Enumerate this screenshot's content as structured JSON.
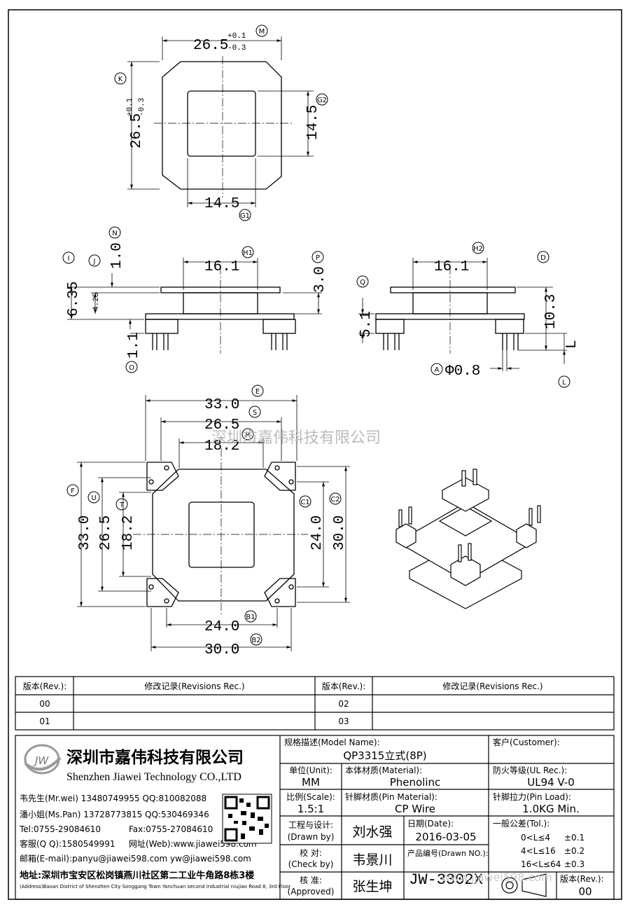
{
  "top_view": {
    "width": "26.5",
    "width_tol_upper": "+0.1",
    "width_tol_lower": "-0.3",
    "width_tag": "M",
    "height": "26.5",
    "height_tol_upper": "+0.1",
    "height_tol_lower": "-0.3",
    "height_tag": "K",
    "window_h": "14.5",
    "window_h_tag": "G2",
    "window_w": "14.5",
    "window_w_tag": "G1"
  },
  "side_view_left": {
    "n_value": "1.0",
    "n_tag": "N",
    "i_value": "6.35",
    "i_tag": "I",
    "j_value": "4.25",
    "j_tag": "J",
    "h1_value": "16.1",
    "h1_tag": "H1",
    "p_value": "3.0",
    "p_tag": "P",
    "o_value": "1.1",
    "o_tag": "O"
  },
  "side_view_right": {
    "h2_value": "16.1",
    "h2_tag": "H2",
    "d_value": "10.3",
    "d_tag": "D",
    "q_value": "5.1",
    "q_tag": "Q",
    "l_value": "L",
    "l_tag": "L",
    "a_value": "Φ0.8",
    "a_tag": "A"
  },
  "bottom_view": {
    "e_value": "33.0",
    "e_tag": "E",
    "s_value": "26.5",
    "s_tag": "S",
    "r_value": "18.2",
    "r_tag": "R",
    "f_value": "33.0",
    "f_tag": "F",
    "u_value": "26.5",
    "u_tag": "U",
    "t_value": "18.2",
    "t_tag": "T",
    "c1_value": "24.0",
    "c1_tag": "C1",
    "c2_value": "30.0",
    "c2_tag": "C2",
    "b1_value": "24.0",
    "b1_tag": "B1",
    "b2_value": "30.0",
    "b2_tag": "B2"
  },
  "watermark": "深圳市嘉伟科技有限公司",
  "revisions": {
    "header_rev": "版本(Rev.):",
    "header_rec": "修改记录(Revisions Rec.)",
    "rows": [
      {
        "rev_left": "00",
        "rev_right": "02"
      },
      {
        "rev_left": "01",
        "rev_right": "03"
      }
    ]
  },
  "company": {
    "logo_text": "JW",
    "name_cn": "深圳市嘉伟科技有限公司",
    "name_en": "Shenzhen Jiawei Technology CO.,LTD",
    "contact_1": "韦先生(Mr.wei) 13480749955 QQ:810082088",
    "contact_2": "潘小姐(Ms.Pan) 13728773815 QQ:530469346",
    "tel": "Tel:0755-29084610",
    "fax": "Fax:0755-27084610",
    "service": "客服(Q Q):1580549991",
    "web": "网址(Web):www.jiawei598.com",
    "email": "邮箱(E-mail):panyu@jiawei598.com  yw@jiawei598.com",
    "address_cn": "地址:深圳市宝安区松岗镇燕川社区第二工业牛角路8栋3楼",
    "address_en": "(Address)Baoan District of Shenzhen City Songgang Town Yanchuan second industrial niujiao Road 8, 3rd Floor"
  },
  "info": {
    "model_label": "规格描述(Model Name):",
    "model_value": "QP3315立式(8P)",
    "customer_label": "客户(Customer):",
    "unit_label": "单位(Unit):",
    "unit_value": "MM",
    "material_label": "本体材质(Material):",
    "material_value": "Phenolinc",
    "ul_label": "防火等级(UL Rec.):",
    "ul_value": "UL94 V-0",
    "scale_label": "比例(Scale):",
    "scale_value": "1.5:1",
    "pin_material_label": "针脚材质(Pin Material):",
    "pin_material_value": "CP Wire",
    "pin_load_label": "针脚拉力(Pin Load):",
    "pin_load_value": "1.0KG Min.",
    "drawn_label_cn": "工程与设计:",
    "drawn_label_en": "(Drawn by)",
    "drawn_value": "刘水强",
    "date_label": "日期(Date):",
    "date_value": "2016-03-05",
    "tol_label": "一般公差(Tol.):",
    "tol_1": "0<L≤4",
    "tol_1v": "±0.1",
    "tol_2": "4<L≤16",
    "tol_2v": "±0.2",
    "tol_3": "16<L≤64",
    "tol_3v": "±0.3",
    "check_label_cn": "校  对:",
    "check_label_en": "(Check by)",
    "check_value": "韦景川",
    "drawn_no_label": "产品编号(Drawn NO.):",
    "drawn_no_value": "JW-3302X",
    "approve_label_cn": "核  准:",
    "approve_label_en": "(Approved)",
    "approve_value": "张生坤",
    "rev_label": "版本(Rev.):",
    "rev_value": "00",
    "url_watermark": "www.jjawei598.com"
  }
}
